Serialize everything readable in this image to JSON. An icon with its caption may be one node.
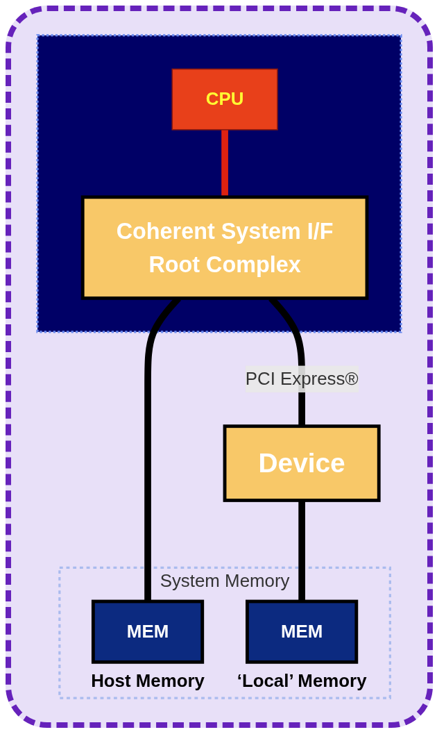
{
  "diagram": {
    "nodes": [
      {
        "text": [],
        "shape": "box"
      },
      {
        "text": [
          "CPU"
        ],
        "in": 0
      },
      {
        "text": [
          "Coherent System I/F",
          "Root Complex"
        ],
        "in": 0
      },
      {
        "text": [
          "System Memory"
        ]
      },
      {
        "text": [
          "MEM"
        ],
        "beside": [
          "Host Memory"
        ],
        "in": 3
      },
      {
        "text": [
          "Device"
        ]
      },
      {
        "text": [
          "MEM"
        ],
        "beside": [
          "‘Local’ Memory"
        ],
        "in": 3
      }
    ],
    "edges": [
      {
        "from": 1,
        "to": 2,
        "arrow": "none",
        "color": "#dd2211"
      },
      {
        "from": 2,
        "to": 4,
        "arrow": "none"
      },
      {
        "from": 2,
        "to": 5,
        "arrow": "none",
        "label": "PCI Express®"
      },
      {
        "from": 5,
        "to": 6,
        "arrow": "none"
      }
    ]
  }
}
